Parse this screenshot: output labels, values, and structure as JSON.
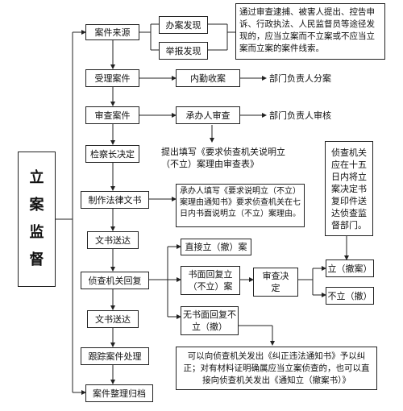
{
  "title": [
    "立",
    "案",
    "监",
    "督"
  ],
  "main_steps": [
    "案件来源",
    "受理案件",
    "审查案件",
    "检察长决定",
    "制作法律文书",
    "文书送达",
    "侦查机关回复",
    "文书送达",
    "跟踪案件处理",
    "案件整理归档"
  ],
  "source_types": [
    "办案发现",
    "举报发现"
  ],
  "source_note": "通过审查逮捕、被害人提出、控告申诉、行政执法、人民监督员等途径发现的，应当立案而不立案或不应当立案而立案的案件线索。",
  "accept": {
    "step": "内勤收案",
    "next": "部门负责人分案"
  },
  "review": {
    "step": "承办人审查",
    "next": "部门负责人审核"
  },
  "review_note": "提出填写《要求侦查机关说明立（不立）案理由审查表》",
  "doc_note": "承办人填写《要求说明立（不立）案理由通知书》要求侦查机关在七日内书面说明立（不立）案理由。",
  "right_note": "侦查机关应在十五日内将立案决定书复印件送达侦查监督部门。",
  "reply_options": [
    "直接立（撤）案",
    "书面回复立（不立）案",
    "无书面回复不立（撤）"
  ],
  "review_decision": "审查决定",
  "decision_options": [
    "立（撤案）",
    "不立（撤）"
  ],
  "bottom_note": "可以向侦查机关发出《纠正违法通知书》予以纠正；对有材料证明确属应当立案侦查的，也可以直接向侦查机关发出《通知立（撤案书）》"
}
